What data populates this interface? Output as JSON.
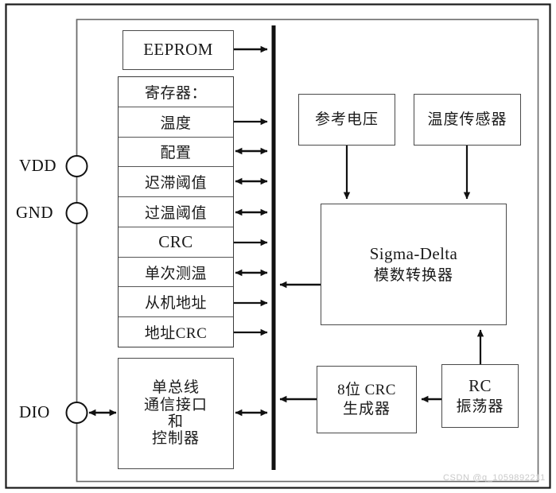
{
  "diagram": {
    "title": "Single-wire digital temperature sensor block diagram",
    "outer_frame_label": "outer-border",
    "chip_frame_label": "chip-boundary",
    "bus_label": "internal-data-bus",
    "colors": {
      "line": "#1a1a1a",
      "box_border": "#4a4a4a",
      "background": "#ffffff",
      "watermark": "#c9c9c9"
    }
  },
  "pins": [
    {
      "id": "vdd",
      "label": "VDD"
    },
    {
      "id": "gnd",
      "label": "GND"
    },
    {
      "id": "dio",
      "label": "DIO"
    }
  ],
  "blocks": {
    "eeprom": {
      "label": "EEPROM"
    },
    "registers": {
      "header": "寄存器：",
      "rows": [
        {
          "label": "温度",
          "arrow": "right"
        },
        {
          "label": "配置",
          "arrow": "both"
        },
        {
          "label": "迟滞阈值",
          "arrow": "both"
        },
        {
          "label": "过温阈值",
          "arrow": "both"
        },
        {
          "label": "CRC",
          "arrow": "right"
        },
        {
          "label": "单次测温",
          "arrow": "both"
        },
        {
          "label": "从机地址",
          "arrow": "right"
        },
        {
          "label": "地址CRC",
          "arrow": "right"
        }
      ]
    },
    "interface": {
      "lines": [
        "单总线",
        "通信接口",
        "和",
        "控制器"
      ]
    },
    "reference_voltage": {
      "label": "参考电压"
    },
    "temperature_sensor": {
      "label": "温度传感器"
    },
    "adc": {
      "line1": "Sigma-Delta",
      "line2": "模数转换器"
    },
    "crc_generator": {
      "line1": "8位 CRC",
      "line2": "生成器"
    },
    "rc_oscillator": {
      "line1": "RC",
      "line2": "振荡器"
    }
  },
  "watermark": {
    "text": "CSDN @q_1059892211"
  }
}
